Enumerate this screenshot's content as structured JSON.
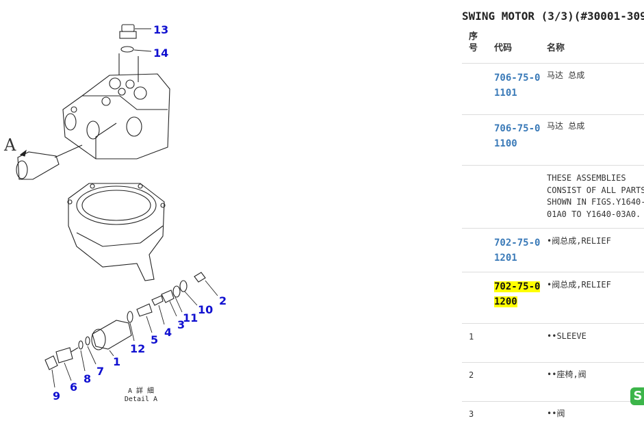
{
  "diagram": {
    "callouts": [
      "13",
      "14",
      "2",
      "10",
      "11",
      "3",
      "4",
      "5",
      "12",
      "1",
      "7",
      "8",
      "6",
      "9"
    ],
    "view_letter": "A",
    "detail_label_jp": "A 詳 細",
    "detail_label_en": "Detail A"
  },
  "panel": {
    "title": "SWING MOTOR (3/3)(#30001-309",
    "headers": {
      "no_line1": "序",
      "no_line2": "号",
      "code": "代码",
      "name": "名称"
    },
    "rows": [
      {
        "no": "",
        "code": "706-75-01101",
        "name": "马达 总成"
      },
      {
        "no": "",
        "code": "706-75-01100",
        "name": "马达 总成"
      },
      {
        "no": "",
        "code": "",
        "name": "THESE ASSEMBLIES\nCONSIST OF ALL PARTS\nSHOWN IN FIGS.Y1640-\n01A0 TO Y1640-03A0."
      },
      {
        "no": "",
        "code": "702-75-01201",
        "name": "•阀总成,RELIEF"
      },
      {
        "no": "",
        "code": "702-75-01200",
        "name": "•阀总成,RELIEF",
        "highlighted": true
      },
      {
        "no": "1",
        "code": "",
        "name": "••SLEEVE"
      },
      {
        "no": "2",
        "code": "",
        "name": "••座椅,阀"
      },
      {
        "no": "3",
        "code": "",
        "name": "••阀"
      }
    ]
  },
  "colors": {
    "callout": "#1010d0",
    "code_link": "#3a7ab8",
    "highlight": "#ffff00",
    "badge": "#3cb54a"
  },
  "icons": {
    "badge": "brand-badge-icon"
  }
}
